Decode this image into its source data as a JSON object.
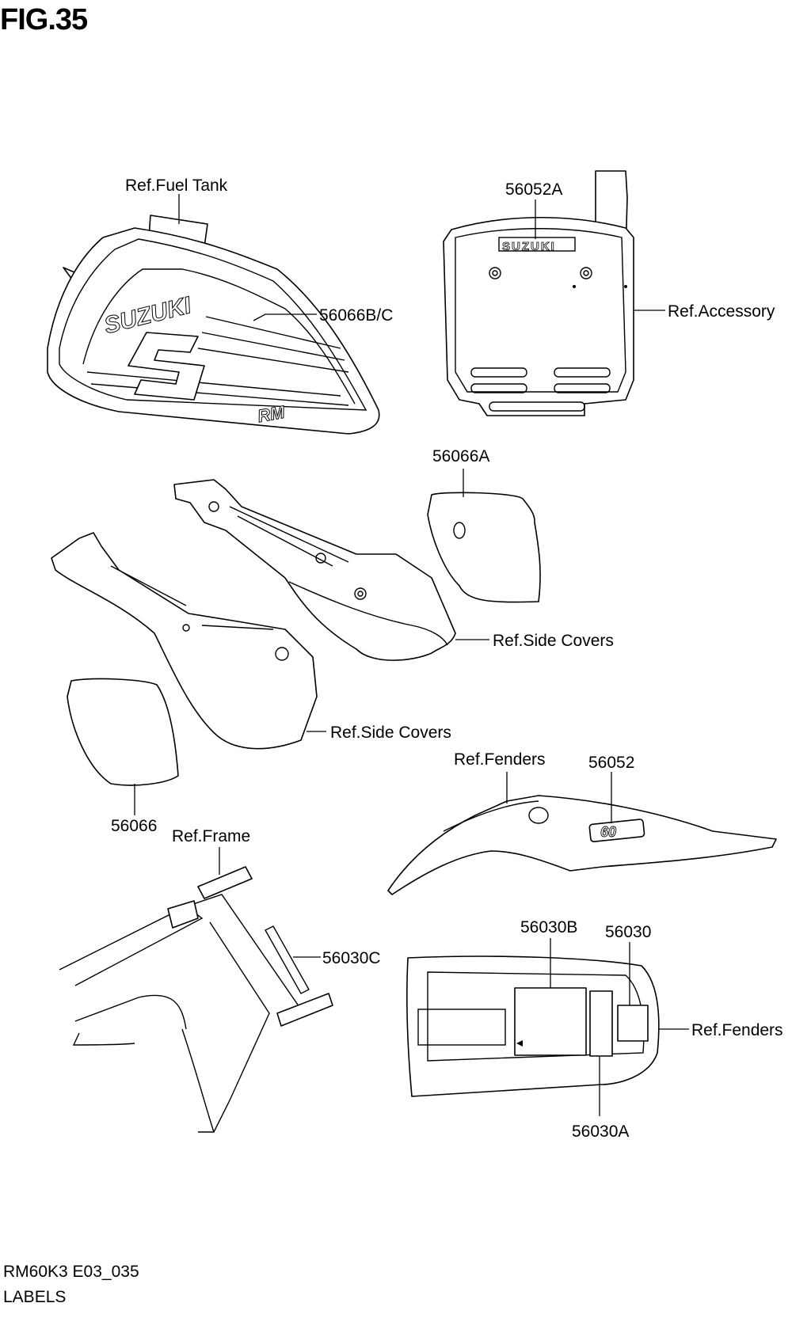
{
  "figure": {
    "title": "FIG.35",
    "code": "RM60K3 E03_035",
    "name": "LABELS"
  },
  "logos": {
    "tank": "SUZUKI",
    "plate": "SUZUKI",
    "rm": "RM",
    "sixty": "60"
  },
  "callouts": [
    {
      "id": "ref-fuel-tank",
      "text": "Ref.Fuel Tank"
    },
    {
      "id": "p-56066bc",
      "text": "56066B/C"
    },
    {
      "id": "p-56052a",
      "text": "56052A"
    },
    {
      "id": "ref-accessory",
      "text": "Ref.Accessory"
    },
    {
      "id": "p-56066a",
      "text": "56066A"
    },
    {
      "id": "ref-side-covers-1",
      "text": "Ref.Side Covers"
    },
    {
      "id": "ref-side-covers-2",
      "text": "Ref.Side Covers"
    },
    {
      "id": "p-56066",
      "text": "56066"
    },
    {
      "id": "ref-fenders-1",
      "text": "Ref.Fenders"
    },
    {
      "id": "p-56052",
      "text": "56052"
    },
    {
      "id": "ref-frame",
      "text": "Ref.Frame"
    },
    {
      "id": "p-56030c",
      "text": "56030C"
    },
    {
      "id": "p-56030b",
      "text": "56030B"
    },
    {
      "id": "p-56030",
      "text": "56030"
    },
    {
      "id": "ref-fenders-2",
      "text": "Ref.Fenders"
    },
    {
      "id": "p-56030a",
      "text": "56030A"
    }
  ]
}
